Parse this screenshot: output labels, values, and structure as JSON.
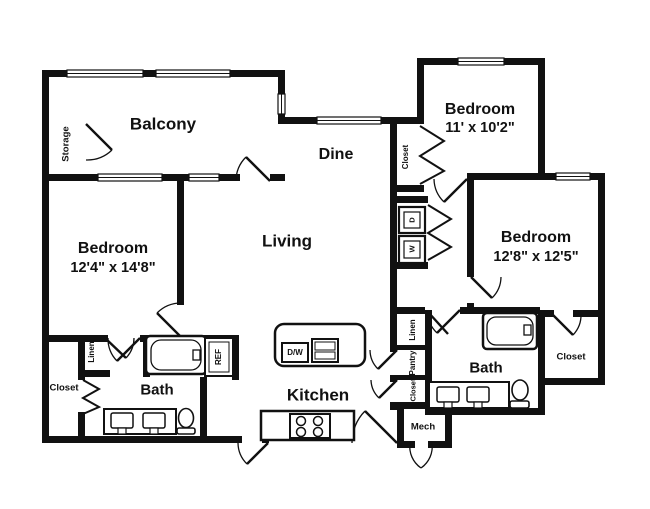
{
  "floorplan": {
    "rooms": {
      "balcony": "Balcony",
      "dine": "Dine",
      "living": "Living",
      "kitchen": "Kitchen",
      "bath_left": "Bath",
      "bath_right": "Bath",
      "mech": "Mech"
    },
    "bedrooms": {
      "left": {
        "name": "Bedroom",
        "size": "12'4\" x 14'8\""
      },
      "top": {
        "name": "Bedroom",
        "size": "11' x 10'2\""
      },
      "right": {
        "name": "Bedroom",
        "size": "12'8\" x 12'5\""
      }
    },
    "closets": {
      "storage": "Storage",
      "closet_left": "Closet",
      "closet_hall": "Closet",
      "closet_bedroom_right": "Closet",
      "closet_kitchen": "Closet",
      "linen_left": "Linen",
      "linen_right": "Linen",
      "pantry": "Pantry"
    },
    "appliances": {
      "refrigerator": "REF",
      "dishwasher": "D/W",
      "dryer": "D",
      "washer": "W"
    },
    "colors": {
      "wall": "#111111",
      "background": "#ffffff"
    }
  }
}
